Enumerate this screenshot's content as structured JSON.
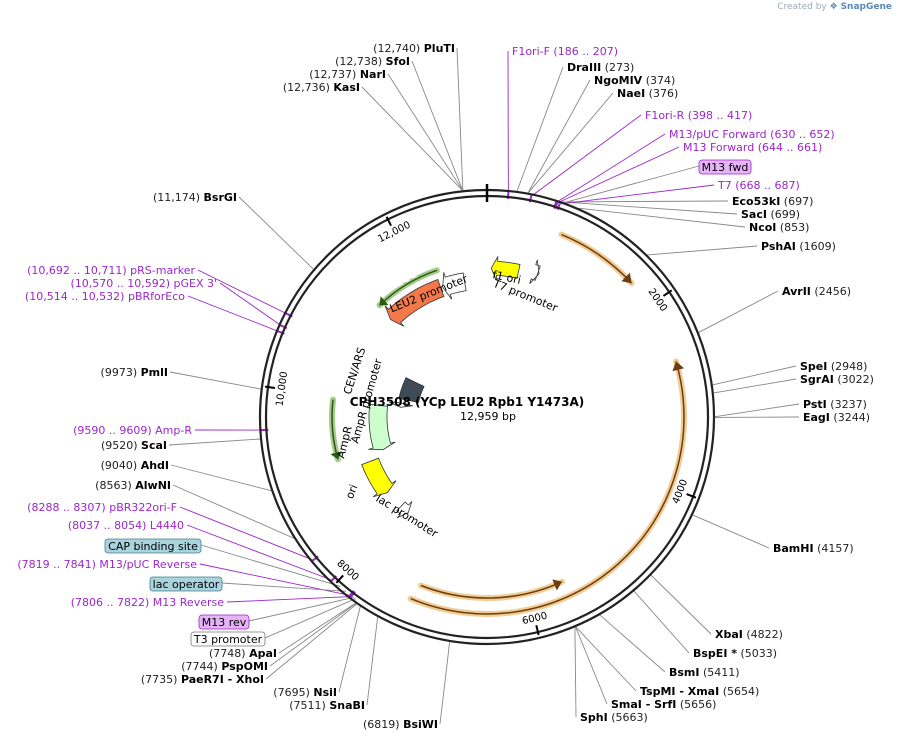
{
  "watermark": {
    "prefix": "Created by",
    "brand": "SnapGene"
  },
  "plasmid": {
    "name": "CPH3508 (YCp LEU2 Rpb1 Y1473A)",
    "size": "12,959 bp"
  },
  "ticks": [
    {
      "label": "2000",
      "bp": 2000
    },
    {
      "label": "4000",
      "bp": 4000
    },
    {
      "label": "6000",
      "bp": 6000
    },
    {
      "label": "8000",
      "bp": 8000
    },
    {
      "label": "10,000",
      "bp": 10000
    },
    {
      "label": "12,000",
      "bp": 12000
    }
  ],
  "sites": [
    {
      "name": "PluTI",
      "pos": "(12,740)",
      "side": "L",
      "bp": 12740
    },
    {
      "name": "SfoI",
      "pos": "(12,738)",
      "side": "L",
      "bp": 12738
    },
    {
      "name": "NarI",
      "pos": "(12,737)",
      "side": "L",
      "bp": 12737
    },
    {
      "name": "KasI",
      "pos": "(12,736)",
      "side": "L",
      "bp": 12736
    },
    {
      "name": "BsrGI",
      "pos": "(11,174)",
      "side": "L",
      "bp": 11174
    },
    {
      "name": "PmlI",
      "pos": "(9973)",
      "side": "L",
      "bp": 9973
    },
    {
      "name": "ScaI",
      "pos": "(9520)",
      "side": "L",
      "bp": 9520
    },
    {
      "name": "AhdI",
      "pos": "(9040)",
      "side": "L",
      "bp": 9040
    },
    {
      "name": "AlwNI",
      "pos": "(8563)",
      "side": "L",
      "bp": 8563
    },
    {
      "name": "ApaI",
      "pos": "(7748)",
      "side": "L",
      "bp": 7748
    },
    {
      "name": "PspOMI",
      "pos": "(7744)",
      "side": "L",
      "bp": 7744
    },
    {
      "name": "PaeR7I",
      "extra": " - XhoI",
      "pos": "(7735)",
      "side": "L",
      "bp": 7735
    },
    {
      "name": "NsiI",
      "pos": "(7695)",
      "side": "L",
      "bp": 7695
    },
    {
      "name": "SnaBI",
      "pos": "(7511)",
      "side": "L",
      "bp": 7511
    },
    {
      "name": "BsiWI",
      "pos": "(6819)",
      "side": "L",
      "bp": 6819
    },
    {
      "name": "DraIII",
      "pos": "(273)",
      "side": "R",
      "bp": 273
    },
    {
      "name": "NgoMIV",
      "pos": "(374)",
      "side": "R",
      "bp": 374
    },
    {
      "name": "NaeI",
      "pos": "(376)",
      "side": "R",
      "bp": 376
    },
    {
      "name": "Eco53kI",
      "pos": "(697)",
      "side": "R",
      "bp": 697
    },
    {
      "name": "SacI",
      "pos": "(699)",
      "side": "R",
      "bp": 699
    },
    {
      "name": "NcoI",
      "pos": "(853)",
      "side": "R",
      "bp": 853
    },
    {
      "name": "PshAI",
      "pos": "(1609)",
      "side": "R",
      "bp": 1609
    },
    {
      "name": "AvrII",
      "pos": "(2456)",
      "side": "R",
      "bp": 2456
    },
    {
      "name": "SpeI",
      "pos": "(2948)",
      "side": "R",
      "bp": 2948
    },
    {
      "name": "SgrAI",
      "pos": "(3022)",
      "side": "R",
      "bp": 3022
    },
    {
      "name": "PstI",
      "pos": "(3237)",
      "side": "R",
      "bp": 3237
    },
    {
      "name": "EagI",
      "pos": "(3244)",
      "side": "R",
      "bp": 3244
    },
    {
      "name": "BamHI",
      "pos": "(4157)",
      "side": "R",
      "bp": 4157
    },
    {
      "name": "XbaI",
      "pos": "(4822)",
      "side": "R",
      "bp": 4822
    },
    {
      "name": "BspEI",
      "extra": " *",
      "pos": "(5033)",
      "side": "R",
      "bp": 5033
    },
    {
      "name": "BsmI",
      "pos": "(5411)",
      "side": "R",
      "bp": 5411
    },
    {
      "name": "TspMI",
      "extra": " - XmaI",
      "pos": "(5654)",
      "side": "R",
      "bp": 5654
    },
    {
      "name": "SmaI",
      "extra": " - SrfI",
      "pos": "(5656)",
      "side": "R",
      "bp": 5656
    },
    {
      "name": "SphI",
      "pos": "(5663)",
      "side": "R",
      "bp": 5663
    }
  ],
  "primers": [
    {
      "name": "F1ori-F",
      "pos": "(186 .. 207)",
      "side": "R",
      "bp": 196
    },
    {
      "name": "F1ori-R",
      "pos": "(398 .. 417)",
      "side": "R",
      "bp": 407
    },
    {
      "name": "M13/pUC Forward",
      "pos": "(630 .. 652)",
      "side": "R",
      "bp": 641
    },
    {
      "name": "M13 Forward",
      "pos": "(644 .. 661)",
      "side": "R",
      "bp": 652
    },
    {
      "name": "T7",
      "pos": "(668 .. 687)",
      "side": "R",
      "bp": 677
    },
    {
      "name": "pRS-marker",
      "pos": "(10,692 .. 10,711)",
      "side": "L",
      "bp": 10701
    },
    {
      "name": "pGEX 3'",
      "pos": "(10,570 .. 10,592)",
      "side": "L",
      "bp": 10581
    },
    {
      "name": "pBRforEco",
      "pos": "(10,514 .. 10,532)",
      "side": "L",
      "bp": 10523
    },
    {
      "name": "Amp-R",
      "pos": "(9590 .. 9609)",
      "side": "L",
      "bp": 9599
    },
    {
      "name": "pBR322ori-F",
      "pos": "(8288 .. 8307)",
      "side": "L",
      "bp": 8297
    },
    {
      "name": "L4440",
      "pos": "(8037 .. 8054)",
      "side": "L",
      "bp": 8045
    },
    {
      "name": "M13/pUC Reverse",
      "pos": "(7819 .. 7841)",
      "side": "L",
      "bp": 7830
    },
    {
      "name": "M13 Reverse",
      "pos": "(7806 .. 7822)",
      "side": "L",
      "bp": 7814
    }
  ],
  "boxed": [
    {
      "name": "M13 fwd",
      "style": "primer",
      "side": "R",
      "bp": 662
    },
    {
      "name": "CAP binding site",
      "style": "blue",
      "side": "L",
      "bp": 7950
    },
    {
      "name": "lac operator",
      "style": "blue",
      "side": "L",
      "bp": 7880
    },
    {
      "name": "M13 rev",
      "style": "primer",
      "side": "L",
      "bp": 7790
    },
    {
      "name": "T3 promoter",
      "style": "white",
      "side": "L",
      "bp": 7770
    }
  ],
  "features": [
    {
      "label": "LEU2",
      "color": "#f4784a",
      "start": 11350,
      "end": 12250,
      "dir": -1
    },
    {
      "label": "LEU2 promoter",
      "color": "#ffffff",
      "start": 12280,
      "end": 12620,
      "dir": -1
    },
    {
      "label": "f1 ori",
      "color": "#ffff00",
      "start": 60,
      "end": 440,
      "dir": -1
    },
    {
      "label": "T7 promoter",
      "color": "#ffffff",
      "start": 700,
      "end": 719,
      "dir": 1
    },
    {
      "label": "CEN/ARS",
      "color": "#3e4a55",
      "start": 10150,
      "end": 10650,
      "dir": 0
    },
    {
      "label": "AmpR promoter",
      "color": "#ffffff",
      "start": 9950,
      "end": 10050,
      "dir": -1
    },
    {
      "label": "AmpR",
      "color": "#ccffcc",
      "start": 9090,
      "end": 9940,
      "dir": -1
    },
    {
      "label": "ori",
      "color": "#ffff00",
      "start": 8380,
      "end": 8970,
      "dir": -1
    },
    {
      "label": "lac promoter",
      "color": "#ffffff",
      "start": 7900,
      "end": 8060,
      "dir": -1
    }
  ],
  "colors": {
    "site": "#000000",
    "primer": "#9b27c9",
    "pos": "#222222",
    "leu2_track": "#5aa02c",
    "orf_track": "#e8a33a",
    "orf_arrow": "#6b3d12"
  }
}
